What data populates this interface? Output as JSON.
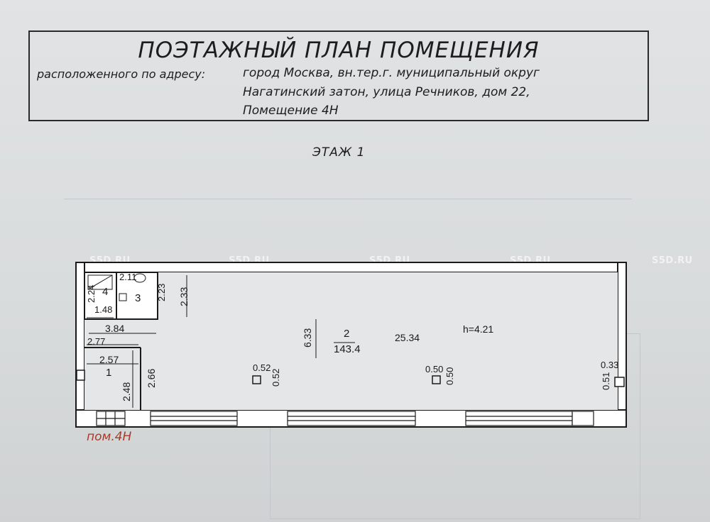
{
  "header": {
    "title": "ПОЭТАЖНЫЙ ПЛАН ПОМЕЩЕНИЯ",
    "address_label": "расположенного по адресу:",
    "address_lines": [
      "город Москва, вн.тер.г. муниципальный округ",
      "Нагатинский затон, улица Речников, дом 22,",
      "Помещение 4Н"
    ]
  },
  "floor_label": "ЭТАЖ 1",
  "watermark": "S5D.RU",
  "plan": {
    "rooms": [
      {
        "number": "1"
      },
      {
        "number": "2",
        "area": "143.4"
      },
      {
        "number": "3"
      },
      {
        "number": "4"
      }
    ],
    "ceiling_height": "h=4.21",
    "dimensions": {
      "d_2_11": "2.11",
      "d_2_24": "2.24",
      "d_2_23": "2.23",
      "d_2_33": "2.33",
      "d_1_48": "1.48",
      "d_3_84": "3.84",
      "d_2_77": "2.77",
      "d_2_57": "2.57",
      "d_2_48": "2.48",
      "d_2_66": "2.66",
      "d_6_33": "6.33",
      "d_25_34": "25.34",
      "col1_w": "0.52",
      "col1_h": "0.52",
      "col2_w": "0.50",
      "col2_h": "0.50",
      "d_0_33": "0.33",
      "d_0_51": "0.51"
    },
    "premises_label": "пом.4Н"
  }
}
